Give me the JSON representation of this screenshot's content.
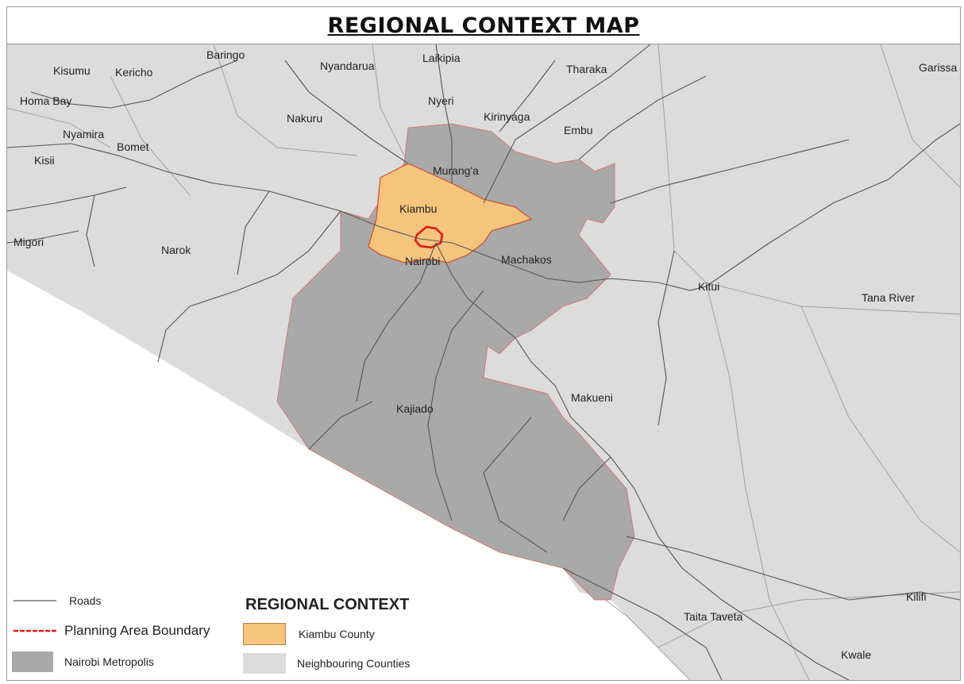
{
  "title": "REGIONAL CONTEXT MAP",
  "colors": {
    "neighbouring": "#dcdcdc",
    "metropolis": "#a9a9a9",
    "kiambu": "#f5c57e",
    "boundary": "#e01818",
    "roads": "#555555",
    "background": "#ffffff"
  },
  "places": [
    {
      "id": "kisumu",
      "name": "Kisumu"
    },
    {
      "id": "kericho",
      "name": "Kericho"
    },
    {
      "id": "baringo",
      "name": "Baringo"
    },
    {
      "id": "nyandarua",
      "name": "Nyandarua"
    },
    {
      "id": "laikipia",
      "name": "Laikipia"
    },
    {
      "id": "tharaka",
      "name": "Tharaka"
    },
    {
      "id": "garissa",
      "name": "Garissa"
    },
    {
      "id": "homa-bay",
      "name": "Homa Bay"
    },
    {
      "id": "nyeri",
      "name": "Nyeri"
    },
    {
      "id": "kirinyaga",
      "name": "Kirinyaga"
    },
    {
      "id": "nakuru",
      "name": "Nakuru"
    },
    {
      "id": "embu",
      "name": "Embu"
    },
    {
      "id": "nyamira",
      "name": "Nyamira"
    },
    {
      "id": "bomet",
      "name": "Bomet"
    },
    {
      "id": "kisii",
      "name": "Kisii"
    },
    {
      "id": "muranga",
      "name": "Murang'a"
    },
    {
      "id": "kiambu",
      "name": "Kiambu"
    },
    {
      "id": "migori",
      "name": "Migori"
    },
    {
      "id": "narok",
      "name": "Narok"
    },
    {
      "id": "nairobi",
      "name": "Nairobi"
    },
    {
      "id": "machakos",
      "name": "Machakos"
    },
    {
      "id": "kitui",
      "name": "Kitui"
    },
    {
      "id": "tana-river",
      "name": "Tana River"
    },
    {
      "id": "kajiado",
      "name": "Kajiado"
    },
    {
      "id": "makueni",
      "name": "Makueni"
    },
    {
      "id": "kilifi",
      "name": "Kilifi"
    },
    {
      "id": "taita-taveta",
      "name": "Taita Taveta"
    },
    {
      "id": "kwale",
      "name": "Kwale"
    }
  ],
  "legend": {
    "roads": "Roads",
    "boundary": "Planning Area Boundary",
    "metropolis": "Nairobi Metropolis",
    "heading": "REGIONAL CONTEXT",
    "kiambu": "Kiambu County",
    "neighbouring": "Neighbouring Counties"
  }
}
